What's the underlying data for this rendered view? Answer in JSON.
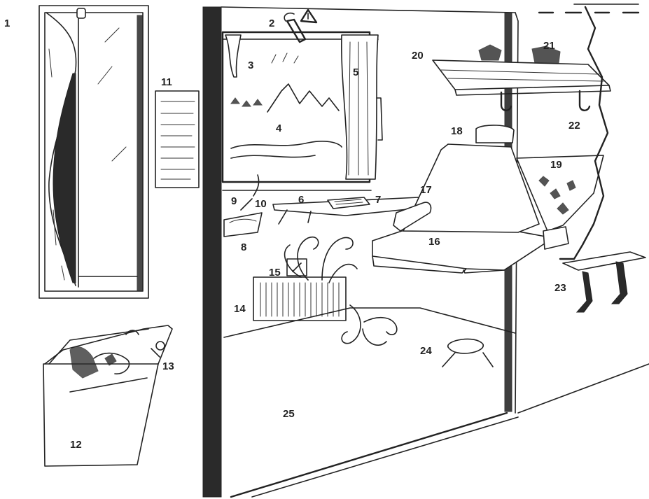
{
  "labels": {
    "n1": "1",
    "n2": "2",
    "n3": "3",
    "n4": "4",
    "n5": "5",
    "n6": "6",
    "n7": "7",
    "n8": "8",
    "n9": "9",
    "n10": "10",
    "n11": "11",
    "n12": "12",
    "n13": "13",
    "n14": "14",
    "n15": "15",
    "n16": "16",
    "n17": "17",
    "n18": "18",
    "n19": "19",
    "n20": "20",
    "n21": "21",
    "n22": "22",
    "n23": "23",
    "n24": "24",
    "n25": "25"
  }
}
